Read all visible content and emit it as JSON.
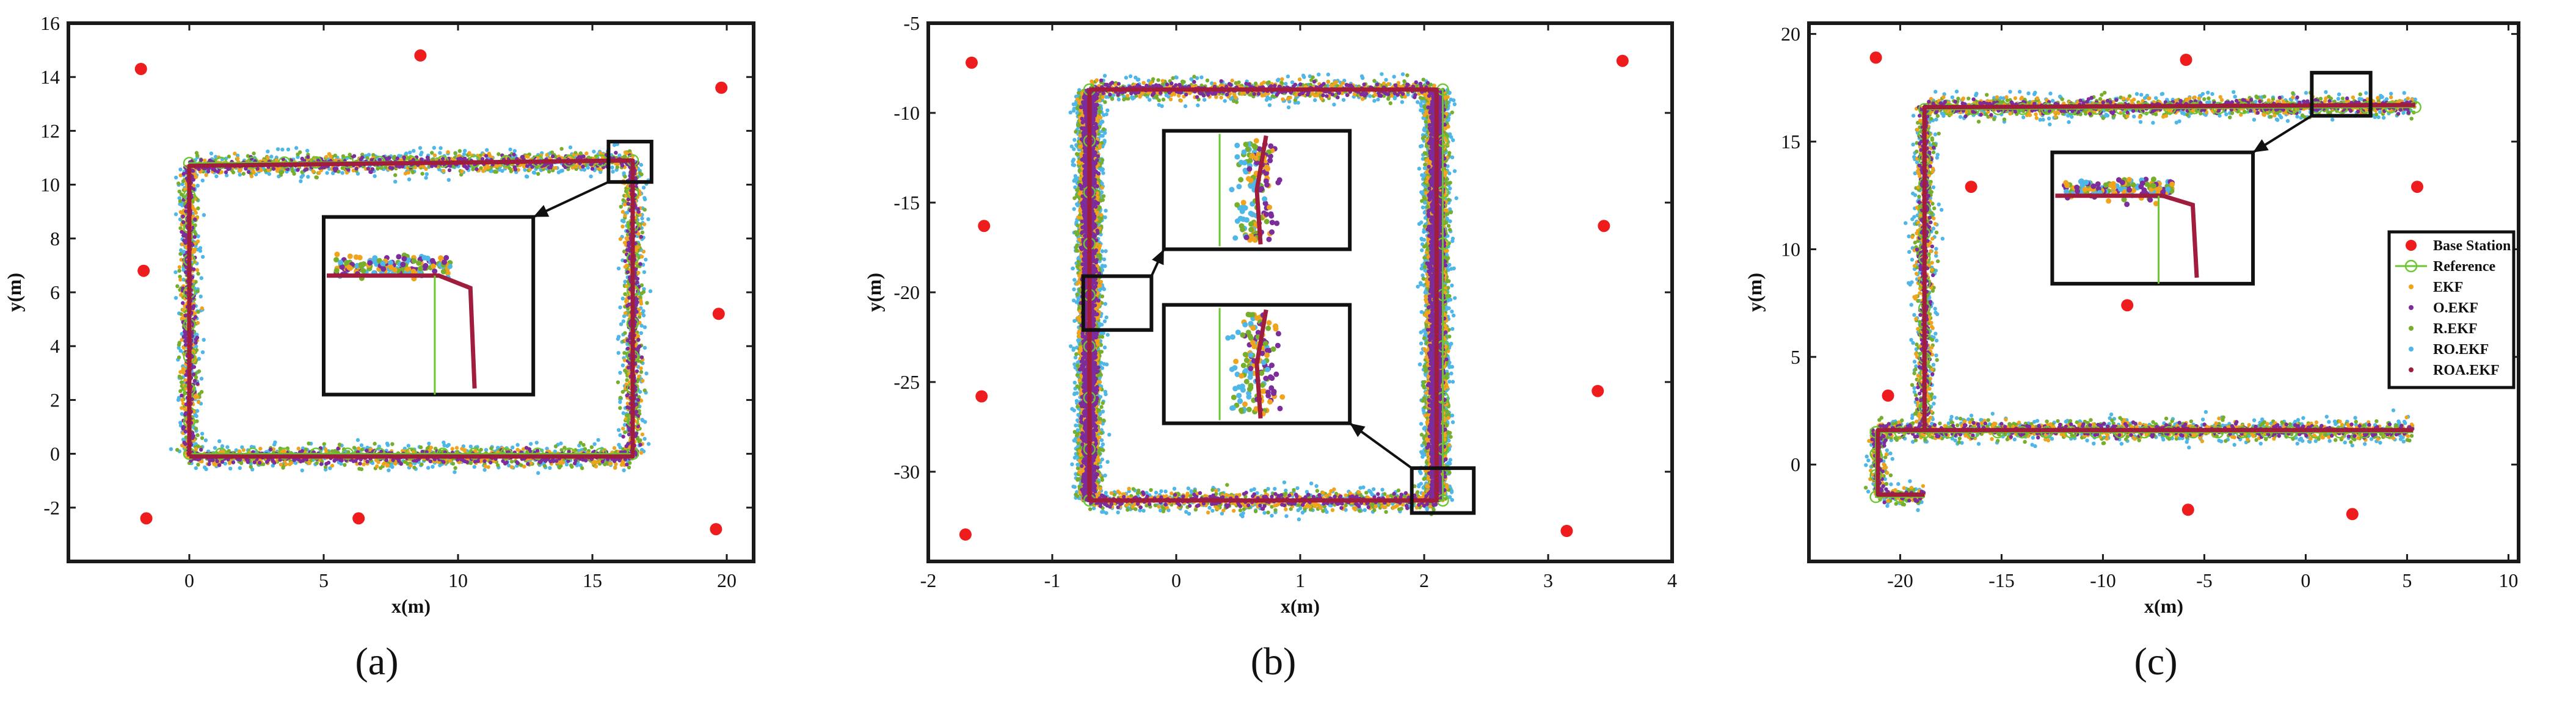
{
  "figure": {
    "colors": {
      "base": "#ee1c1c",
      "ref": "#6cc631",
      "ekf": "#f0a31c",
      "oekf": "#7d2c9c",
      "rekf": "#77ae2b",
      "roekf": "#4fb7e8",
      "roaekf": "#a01d3e",
      "axis": "#1a1a1a"
    },
    "legend": {
      "items": [
        {
          "key": "base",
          "label": "Base Station"
        },
        {
          "key": "ref",
          "label": "Reference"
        },
        {
          "key": "ekf",
          "label": "EKF"
        },
        {
          "key": "oekf",
          "label": "O.EKF"
        },
        {
          "key": "rekf",
          "label": "R.EKF"
        },
        {
          "key": "roekf",
          "label": "RO.EKF"
        },
        {
          "key": "roaekf",
          "label": "ROA.EKF"
        }
      ]
    }
  },
  "chart_data": [
    {
      "type": "scatter",
      "panel_label": "(a)",
      "xlabel": "x(m)",
      "ylabel": "y(m)",
      "xlim": [
        -4.5,
        21
      ],
      "ylim": [
        -4,
        16
      ],
      "xticks": [
        0,
        5,
        10,
        15,
        20
      ],
      "yticks": [
        -2,
        0,
        2,
        4,
        6,
        8,
        10,
        12,
        14,
        16
      ],
      "grid": false,
      "base_stations": [
        [
          -1.8,
          14.3
        ],
        [
          8.6,
          14.8
        ],
        [
          19.8,
          13.6
        ],
        [
          -1.7,
          6.8
        ],
        [
          19.7,
          5.2
        ],
        [
          -1.6,
          -2.4
        ],
        [
          6.3,
          -2.4
        ],
        [
          19.6,
          -2.8
        ]
      ],
      "reference_path": [
        [
          0,
          0
        ],
        [
          16.5,
          0
        ],
        [
          16.5,
          10.9
        ],
        [
          0,
          10.8
        ],
        [
          0,
          0
        ]
      ],
      "reference_markers_step": 1.2,
      "estimate_path": [
        [
          0,
          -0.1
        ],
        [
          16.5,
          -0.1
        ],
        [
          16.5,
          10.9
        ],
        [
          0,
          10.7
        ],
        [
          0,
          -0.1
        ]
      ],
      "zoom_box": [
        [
          15.6,
          10.1
        ],
        [
          17.2,
          11.6
        ]
      ],
      "inset": [
        [
          5,
          2.2
        ],
        [
          12.8,
          8.8
        ]
      ]
    },
    {
      "type": "scatter",
      "panel_label": "(b)",
      "xlabel": "x(m)",
      "ylabel": "y(m)",
      "xlim": [
        -2,
        4
      ],
      "ylim": [
        -35,
        -5
      ],
      "xticks": [
        -2,
        -1,
        0,
        1,
        2,
        3,
        4
      ],
      "yticks": [
        -30,
        -25,
        -20,
        -15,
        -10,
        -5
      ],
      "grid": false,
      "base_stations": [
        [
          -1.65,
          -7.2
        ],
        [
          3.6,
          -7.1
        ],
        [
          -1.55,
          -16.3
        ],
        [
          3.45,
          -16.3
        ],
        [
          -1.57,
          -25.8
        ],
        [
          3.4,
          -25.5
        ],
        [
          -1.7,
          -33.5
        ],
        [
          3.15,
          -33.3
        ]
      ],
      "reference_path": [
        [
          -0.7,
          -8.7
        ],
        [
          2.15,
          -8.7
        ],
        [
          2.15,
          -31.6
        ],
        [
          -0.7,
          -31.6
        ],
        [
          -0.7,
          -8.7
        ]
      ],
      "reference_markers_step": 3.0,
      "estimate_path": [
        [
          -0.7,
          -8.7
        ],
        [
          2.1,
          -8.7
        ],
        [
          2.1,
          -31.6
        ],
        [
          -0.7,
          -31.6
        ],
        [
          -0.7,
          -8.7
        ]
      ],
      "zoom_box": [
        [
          -0.75,
          -22.1
        ],
        [
          -0.2,
          -19.1
        ]
      ],
      "zoom_box_2": [
        [
          1.9,
          -32.3
        ],
        [
          2.4,
          -29.8
        ]
      ],
      "inset": [
        [
          -0.1,
          -17.6
        ],
        [
          1.4,
          -11
        ]
      ],
      "inset_2": [
        [
          -0.1,
          -27.3
        ],
        [
          1.4,
          -20.7
        ]
      ]
    },
    {
      "type": "scatter",
      "panel_label": "(c)",
      "xlabel": "x(m)",
      "ylabel": "y(m)",
      "xlim": [
        -24.5,
        10.5
      ],
      "ylim": [
        -4.5,
        20.5
      ],
      "xticks": [
        -20,
        -15,
        -10,
        -5,
        0,
        5,
        10
      ],
      "yticks": [
        0,
        5,
        10,
        15,
        20
      ],
      "grid": false,
      "base_stations": [
        [
          -21.2,
          18.9
        ],
        [
          -5.9,
          18.8
        ],
        [
          -16.5,
          12.9
        ],
        [
          5.5,
          12.9
        ],
        [
          -8.8,
          7.4
        ],
        [
          -20.6,
          3.2
        ],
        [
          -5.8,
          -2.1
        ],
        [
          2.3,
          -2.3
        ]
      ],
      "reference_path": [
        [
          5.4,
          16.6
        ],
        [
          -18.8,
          16.5
        ],
        [
          -18.8,
          1.5
        ],
        [
          5.3,
          1.5
        ]
      ],
      "reference_path_2": [
        [
          -18.8,
          1.5
        ],
        [
          -21.2,
          1.5
        ],
        [
          -21.2,
          -1.5
        ],
        [
          -18.8,
          -1.5
        ]
      ],
      "reference_markers_step": 1.2,
      "estimate_path": [
        [
          5.4,
          16.7
        ],
        [
          -18.8,
          16.6
        ],
        [
          -18.8,
          1.6
        ],
        [
          5.3,
          1.6
        ]
      ],
      "estimate_path_2": [
        [
          -18.8,
          1.6
        ],
        [
          -21.1,
          1.6
        ],
        [
          -21.1,
          -1.4
        ],
        [
          -18.8,
          -1.4
        ]
      ],
      "zoom_box": [
        [
          0.3,
          16.2
        ],
        [
          3.2,
          18.2
        ]
      ],
      "inset": [
        [
          -12.5,
          8.4
        ],
        [
          -2.6,
          14.5
        ]
      ]
    }
  ]
}
